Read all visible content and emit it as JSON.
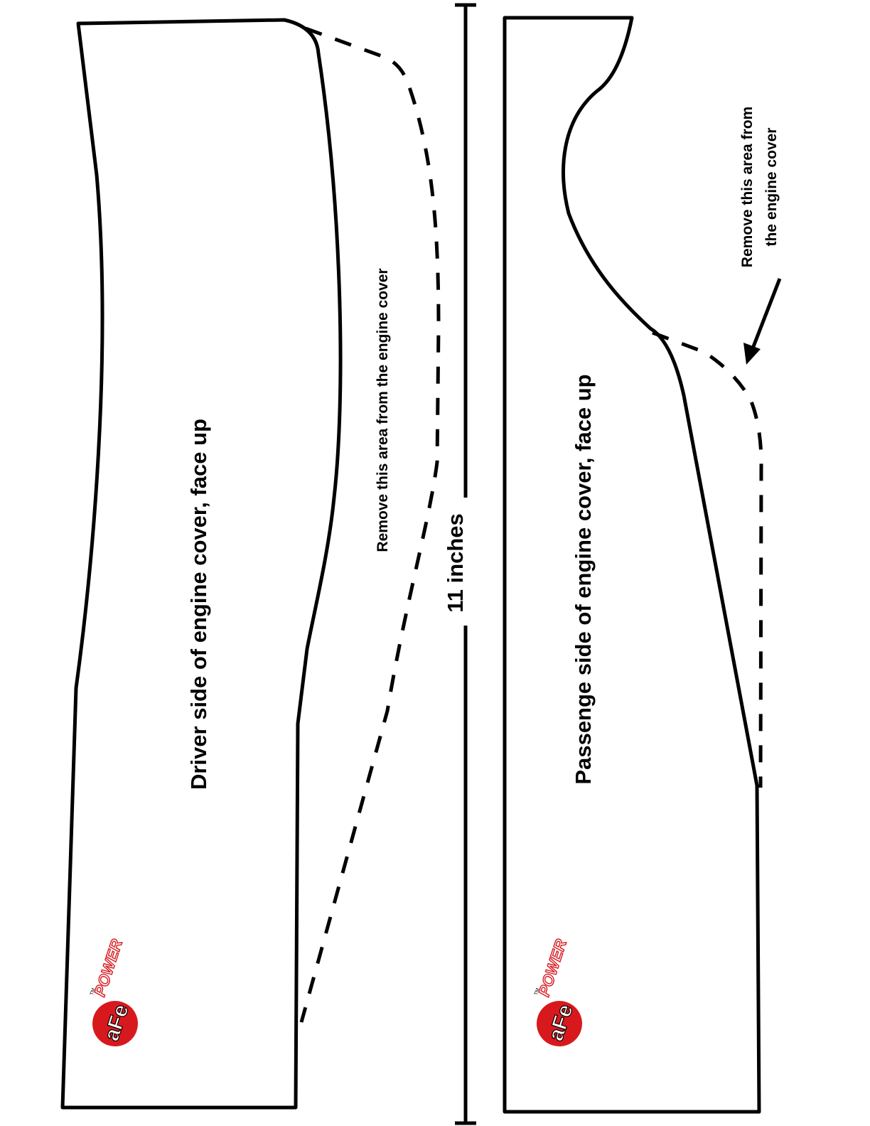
{
  "driver_panel": {
    "label": "Driver side of engine cover, face up",
    "note": "Remove this area from the engine cover"
  },
  "passenger_panel": {
    "label": "Passenge side of engine cover, face up",
    "note_line1": "Remove this area from",
    "note_line2": "the engine cover"
  },
  "dimension": {
    "label": "11 inches"
  },
  "logo": {
    "brand": "aFe",
    "sub": "POWER",
    "tm": "TM"
  },
  "colors": {
    "logo_red": "#d7191e",
    "ink": "#000000"
  },
  "icons": {
    "logo": "afe-power-logo-icon",
    "arrow": "arrow-icon"
  }
}
